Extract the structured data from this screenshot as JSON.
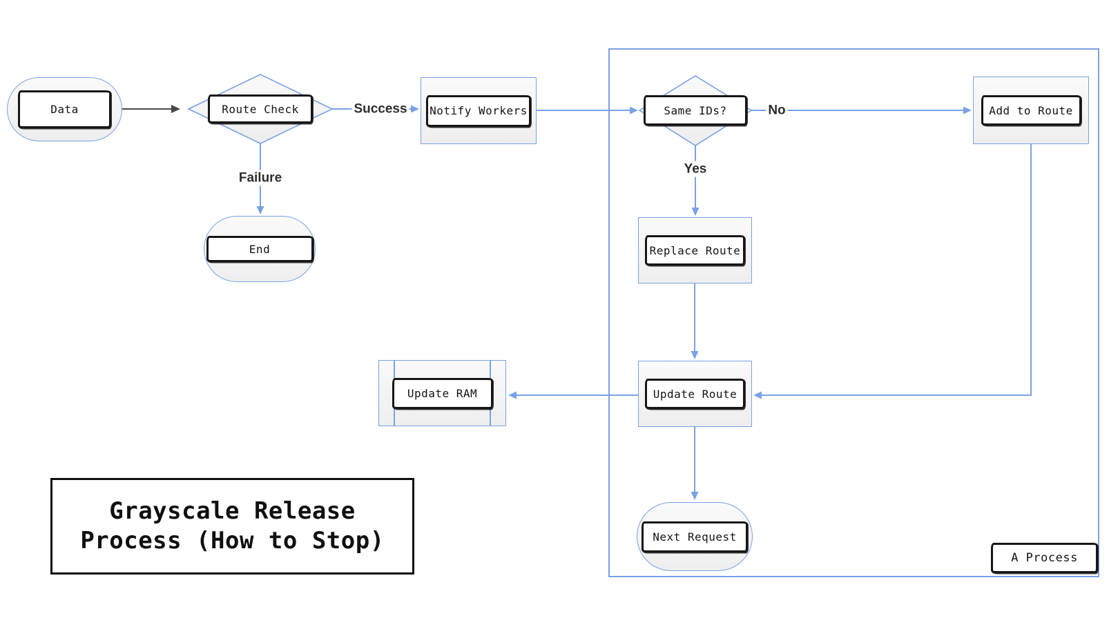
{
  "diagram": {
    "title": {
      "line1": "Grayscale Release",
      "line2": "Process (How to Stop)"
    },
    "container": {
      "label": "A Process"
    },
    "nodes": {
      "data": {
        "label": "Data",
        "shape": "terminator"
      },
      "route_check": {
        "label": "Route Check",
        "shape": "decision"
      },
      "end": {
        "label": "End",
        "shape": "terminator"
      },
      "notify_workers": {
        "label": "Notify Workers",
        "shape": "process"
      },
      "same_ids": {
        "label": "Same IDs?",
        "shape": "decision"
      },
      "add_to_route": {
        "label": "Add to Route",
        "shape": "process"
      },
      "replace_route": {
        "label": "Replace Route",
        "shape": "process"
      },
      "update_route": {
        "label": "Update Route",
        "shape": "process"
      },
      "update_ram": {
        "label": "Update RAM",
        "shape": "subroutine"
      },
      "next_request": {
        "label": "Next Request",
        "shape": "terminator"
      }
    },
    "edge_labels": {
      "success": "Success",
      "failure": "Failure",
      "yes": "Yes",
      "no": "No"
    },
    "colors": {
      "accent_blue": "#79a1e5",
      "ink": "#161616",
      "dark_arrow": "#474747",
      "node_fill_top": "#fafafa",
      "node_fill_bottom": "#eeeeee"
    }
  }
}
